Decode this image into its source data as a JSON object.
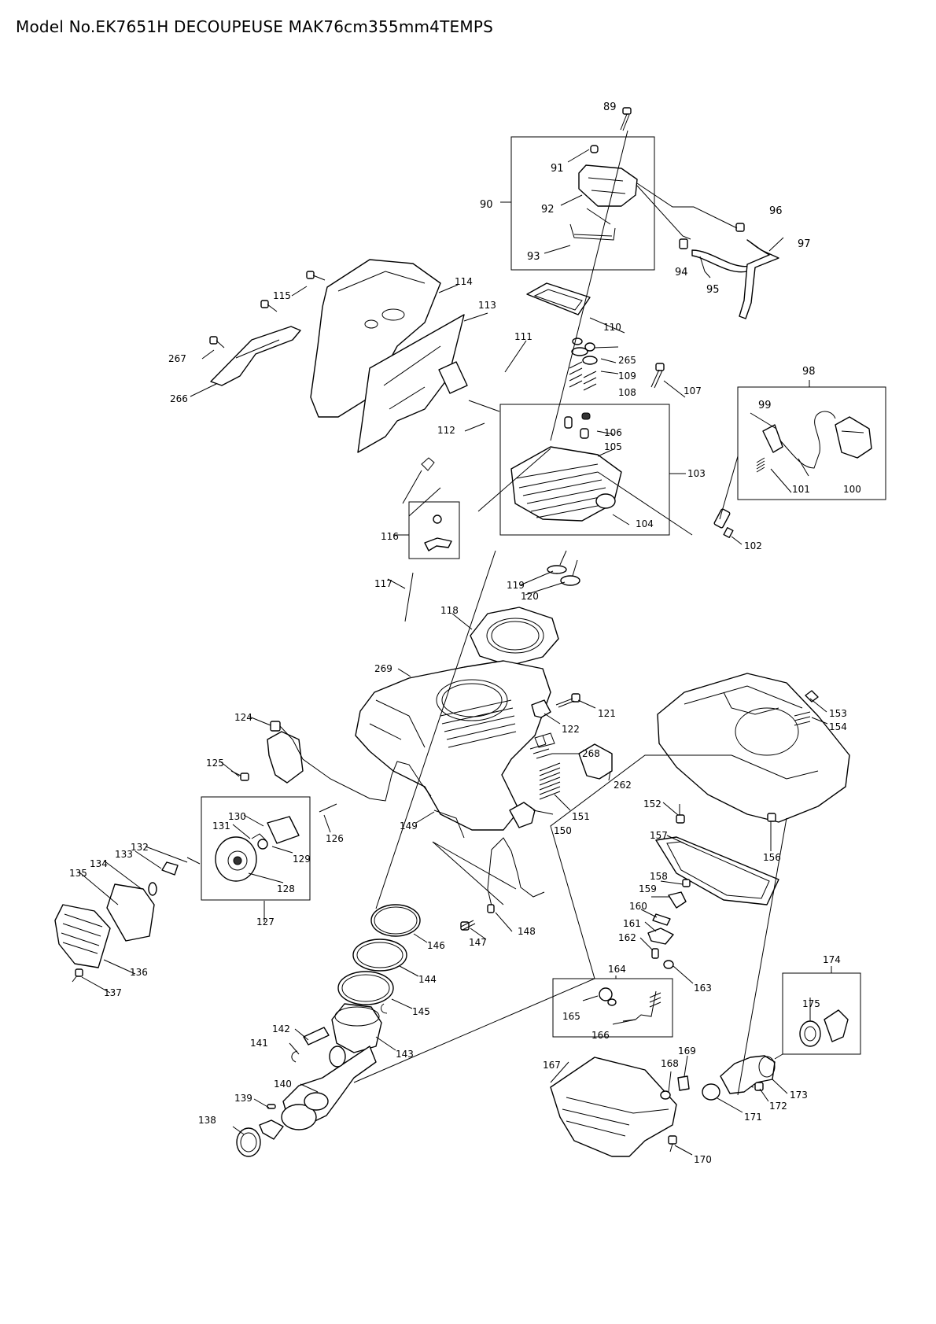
{
  "page": {
    "title": "Model No.EK7651H DECOUPEUSE MAK76cm355mm4TEMPS"
  },
  "parts": {
    "p89": "89",
    "p90": "90",
    "p91": "91",
    "p92": "92",
    "p93": "93",
    "p94": "94",
    "p95": "95",
    "p96": "96",
    "p97": "97",
    "p98": "98",
    "p99": "99",
    "p100": "100",
    "p101": "101",
    "p102": "102",
    "p103": "103",
    "p104": "104",
    "p105": "105",
    "p106": "106",
    "p107": "107",
    "p108": "108",
    "p109": "109",
    "p110": "110",
    "p111": "111",
    "p112": "112",
    "p113": "113",
    "p114": "114",
    "p115": "115",
    "p116": "116",
    "p117": "117",
    "p118": "118",
    "p119": "119",
    "p120": "120",
    "p121": "121",
    "p122": "122",
    "p124": "124",
    "p125": "125",
    "p126": "126",
    "p127": "127",
    "p128": "128",
    "p129": "129",
    "p130": "130",
    "p131": "131",
    "p132": "132",
    "p133": "133",
    "p134": "134",
    "p135": "135",
    "p136": "136",
    "p137": "137",
    "p138": "138",
    "p139": "139",
    "p140": "140",
    "p141": "141",
    "p142": "142",
    "p143": "143",
    "p144": "144",
    "p145": "145",
    "p146": "146",
    "p147": "147",
    "p148": "148",
    "p149": "149",
    "p150": "150",
    "p151": "151",
    "p152": "152",
    "p153": "153",
    "p154": "154",
    "p156": "156",
    "p157": "157",
    "p158": "158",
    "p159": "159",
    "p160": "160",
    "p161": "161",
    "p162": "162",
    "p163": "163",
    "p164": "164",
    "p165": "165",
    "p166": "166",
    "p167": "167",
    "p168": "168",
    "p169": "169",
    "p170": "170",
    "p171": "171",
    "p172": "172",
    "p173": "173",
    "p174": "174",
    "p175": "175",
    "p262": "262",
    "p265": "265",
    "p266": "266",
    "p267": "267",
    "p268": "268",
    "p269": "269"
  }
}
